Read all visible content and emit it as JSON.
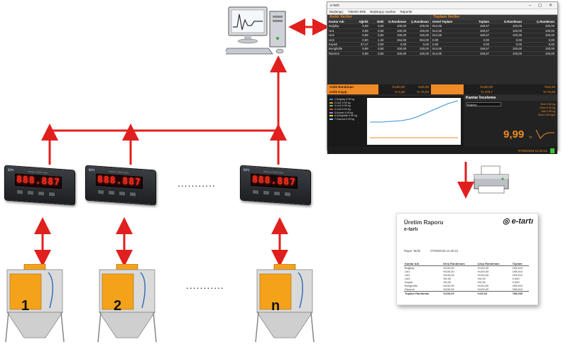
{
  "app": {
    "title": "e-tartı",
    "menu": [
      "Başlangıç",
      "Tüketici Ekle",
      "Başlangıç Ayarları",
      "Raporlar"
    ],
    "left_panel_title": "Anlık Veriler",
    "right_panel_title": "Toplam Veriler",
    "left_headers": [
      "Kantar Adı",
      "Ağırlık",
      "Debi",
      "G.Randıman",
      "Ç.Randıman"
    ],
    "right_headers": [
      "Genel Toplam",
      "Toplam",
      "G.Randıman",
      "Ç.Randıman"
    ],
    "rows": [
      [
        "Buğday",
        "9,99",
        "0,50",
        "100,00",
        "100,00",
        "514,65",
        "159,57",
        "100,00",
        "100,00"
      ],
      [
        "Un1",
        "9,99",
        "0,50",
        "100,00",
        "100,00",
        "514,65",
        "159,57",
        "100,00",
        "100,00"
      ],
      [
        "Un2",
        "9,99",
        "0,50",
        "100,00",
        "100,00",
        "514,65",
        "159,57",
        "100,00",
        "100,00"
      ],
      [
        "Un3",
        "0,00",
        "1,32",
        "264,00",
        "264,00",
        "0,00",
        "0,00",
        "0,00",
        "0,00"
      ],
      [
        "Kepek",
        "37,17",
        "0,00",
        "0,00",
        "0,00",
        "0,00",
        "0,00",
        "0,00",
        "0,00"
      ],
      [
        "Bonghülle",
        "9,99",
        "0,50",
        "100,00",
        "100,00",
        "514,65",
        "159,57",
        "100,00",
        "100,00"
      ],
      [
        "Razmol",
        "9,99",
        "0,50",
        "100,00",
        "100,00",
        "514,65",
        "159,57",
        "100,00",
        "100,00"
      ]
    ],
    "summary1": {
      "label": "Anlık Randıman",
      "v1": "%100,00",
      "v2": "%25,00",
      "v3": "%100,00",
      "v4": "%25,00"
    },
    "summary2": {
      "label": "Anlık Kayıp",
      "v1": "%-1,50",
      "v2": "%-75,00",
      "v3": "%-479,7",
      "v4": "%-75,00"
    },
    "chart_legend": [
      "1-Buğday 9.99 kg",
      "2-Un1 9.99 kg",
      "3-Un2 9.99 kg",
      "4-Un3 0.00 kg",
      "5-Kepek 9.99 kg",
      "6-Bonghülle 9.99 kg",
      "7-Razmol 9.99 kg"
    ],
    "kantar_title": "Kantar İnceleme",
    "kantar_select": "Buğday",
    "kantar_value": "9,99",
    "kantar_unit": "kg",
    "kantar_stats": [
      [
        "Brüt",
        "9.99 kg"
      ],
      [
        "Dara",
        "0.00 kg"
      ],
      [
        "Net",
        "9.99 kg"
      ],
      [
        "Debi",
        "0.50 kg/s"
      ]
    ],
    "status_time": "07/06/2018 12:40:21"
  },
  "indicators": [
    {
      "reading": "888.887",
      "logo": "EPI",
      "web": "www.e-tarti.com"
    },
    {
      "reading": "888.887",
      "logo": "EPI",
      "web": "www.e-tarti.com"
    },
    {
      "reading": "888.887",
      "logo": "EPI",
      "web": "www.e-tarti.com"
    }
  ],
  "ellipsis": "...........",
  "silos": [
    "1",
    "2",
    "n"
  ],
  "report": {
    "title": "Üretim Raporu",
    "subtitle": "e-tartı",
    "logo": "e-tartı",
    "date_label": "Rapor Tarihi",
    "date_value": "07/06/2018 12:40:21",
    "headers": [
      "Kantar Adı",
      "Giriş Randımanı",
      "Çıkış Randımanı",
      "Toplam"
    ],
    "rows": [
      [
        "Buğday",
        "%100,00",
        "%100,00",
        "159,610"
      ],
      [
        "Un1",
        "%100,00",
        "%100,00",
        "159,610"
      ],
      [
        "Un2",
        "%100,00",
        "%100,00",
        "159,610"
      ],
      [
        "Un3",
        "%0,00",
        "%0,00",
        "0,000"
      ],
      [
        "Kepek",
        "%0,00",
        "%0,00",
        "0,000"
      ],
      [
        "Bonghülle",
        "%100,00",
        "%100,00",
        "159,610"
      ],
      [
        "Razmol",
        "%100,00",
        "%100,00",
        "159,610"
      ]
    ],
    "total": [
      "Toplam Randıman",
      "%100,00",
      "%25,00",
      "798,050"
    ]
  },
  "colors": {
    "arrow": "#e0201e",
    "accent": "#f08a24",
    "silo_orange": "#f5a21b"
  }
}
